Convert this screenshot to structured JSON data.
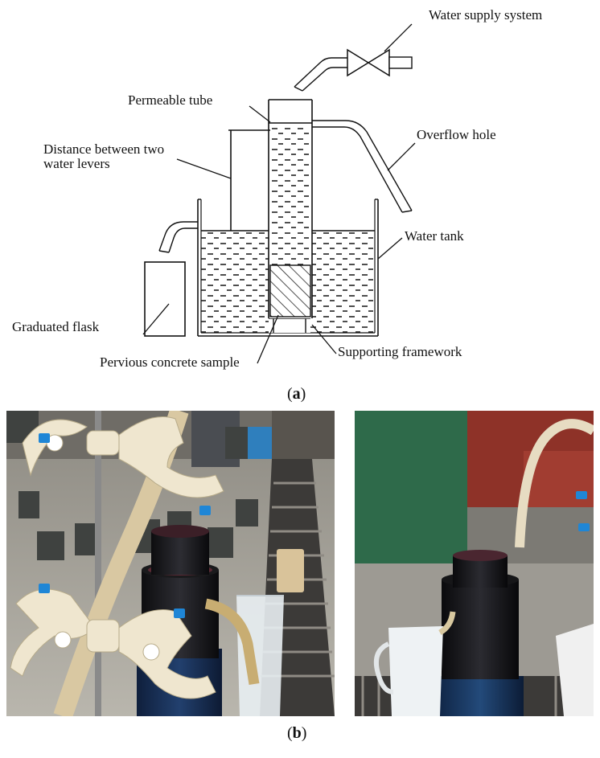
{
  "diagram": {
    "labels": {
      "water_supply": "Water supply system",
      "permeable_tube": "Permeable tube",
      "overflow_hole": "Overflow hole",
      "distance_line1": "Distance between two",
      "distance_line2": "water levers",
      "water_tank": "Water tank",
      "graduated_flask": "Graduated flask",
      "supporting_framework": "Supporting framework",
      "pervious_sample": "Pervious concrete sample"
    },
    "caption_a": "a"
  },
  "photos": {
    "caption_b": "b"
  }
}
